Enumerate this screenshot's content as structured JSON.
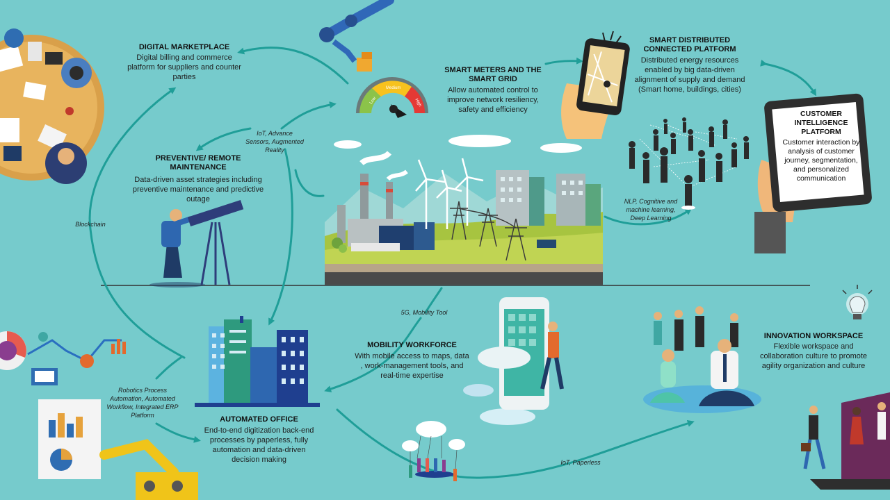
{
  "nodes": {
    "digital_marketplace": {
      "title": "DIGITAL MARKETPLACE",
      "desc": "Digital billing and commerce platform for suppliers and counter parties"
    },
    "smart_meters": {
      "title": "SMART METERS AND THE SMART GRID",
      "desc": "Allow automated control to improve network resiliency, safety and efficiency"
    },
    "smart_distributed": {
      "title": "SMART DISTRIBUTED CONNECTED PLATFORM",
      "desc": "Distributed energy resources enabled by big data-driven alignment of supply and demand (Smart home, buildings, cities)"
    },
    "customer_intelligence": {
      "title": "CUSTOMER INTELLIGENCE PLATFORM",
      "desc": "Customer interaction by analysis of customer journey, segmentation, and personalized communication"
    },
    "preventive": {
      "title": "PREVENTIVE/ REMOTE MAINTENANCE",
      "desc": "Data-driven asset strategies including preventive maintenance and predictive outage"
    },
    "mobility": {
      "title": "MOBILITY WORKFORCE",
      "desc": "With mobile access to maps, data , work-management tools, and real-time expertise"
    },
    "innovation": {
      "title": "INNOVATION WORKSPACE",
      "desc": "Flexible workspace and collaboration culture to promote agility organization and culture"
    },
    "automated_office": {
      "title": "AUTOMATED OFFICE",
      "desc": "End-to-end digitization back-end processes by paperless, fully automation and data-driven decision making"
    }
  },
  "connectors": {
    "iot_sensors": "IoT, Advance Sensors, Augmented Reality",
    "nlp": "NLP, Cognitive and machine learning, Deep Learning",
    "blockchain": "Blockchain",
    "five_g": "5G, Mobility Tool",
    "robotics": "Robotics Process Automation, Automated Workflow, Integrated ERP Platform",
    "iot_paperless": "IoT, Paperless"
  },
  "gauge": {
    "low": "Low",
    "medium": "Medium",
    "high": "High"
  },
  "colors": {
    "background": "#76cbcc",
    "arrow": "#1f9e98",
    "ground": "#b8c94a",
    "building_blue": "#1f3f8f"
  }
}
